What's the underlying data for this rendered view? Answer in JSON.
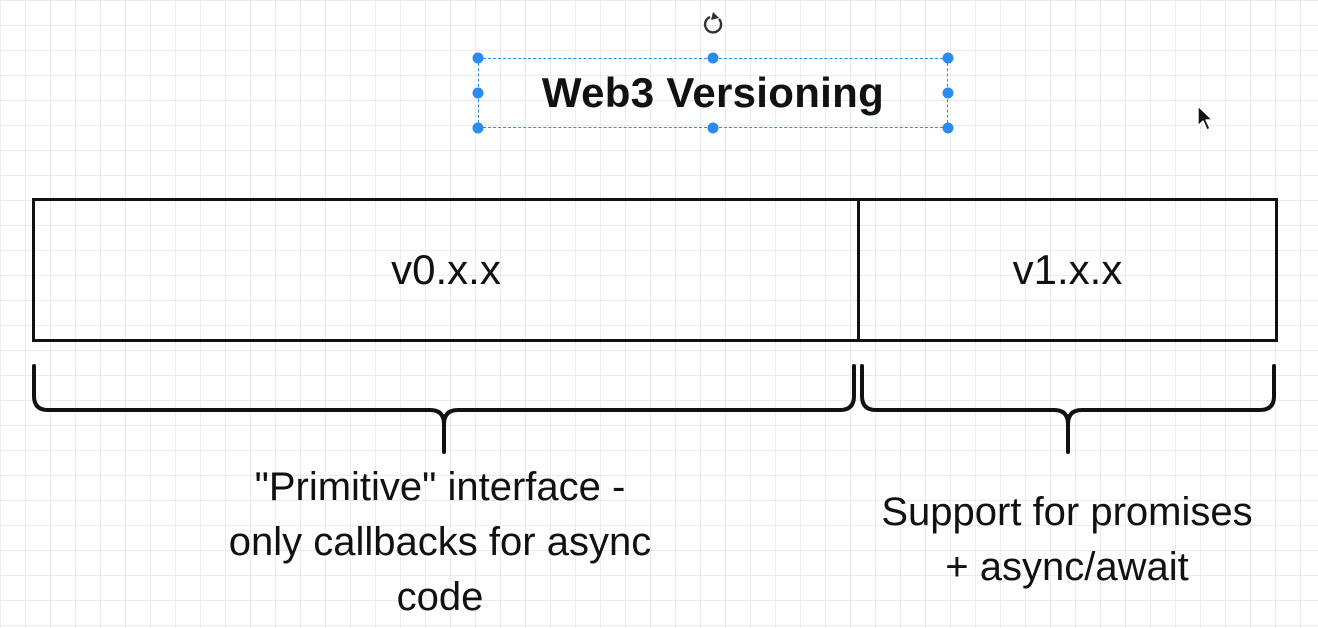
{
  "title": "Web3 Versioning",
  "versions": [
    {
      "label": "v0.x.x",
      "description": [
        "\"Primitive\" interface -",
        "only callbacks for async",
        "code"
      ]
    },
    {
      "label": "v1.x.x",
      "description": [
        "Support for promises",
        "+ async/await"
      ]
    }
  ],
  "icons": {
    "rotate": "rotate-icon",
    "cursor": "cursor-arrow-icon"
  },
  "colors": {
    "selection": "#2a8cf0",
    "stroke": "#111111",
    "grid": "#ececec"
  }
}
